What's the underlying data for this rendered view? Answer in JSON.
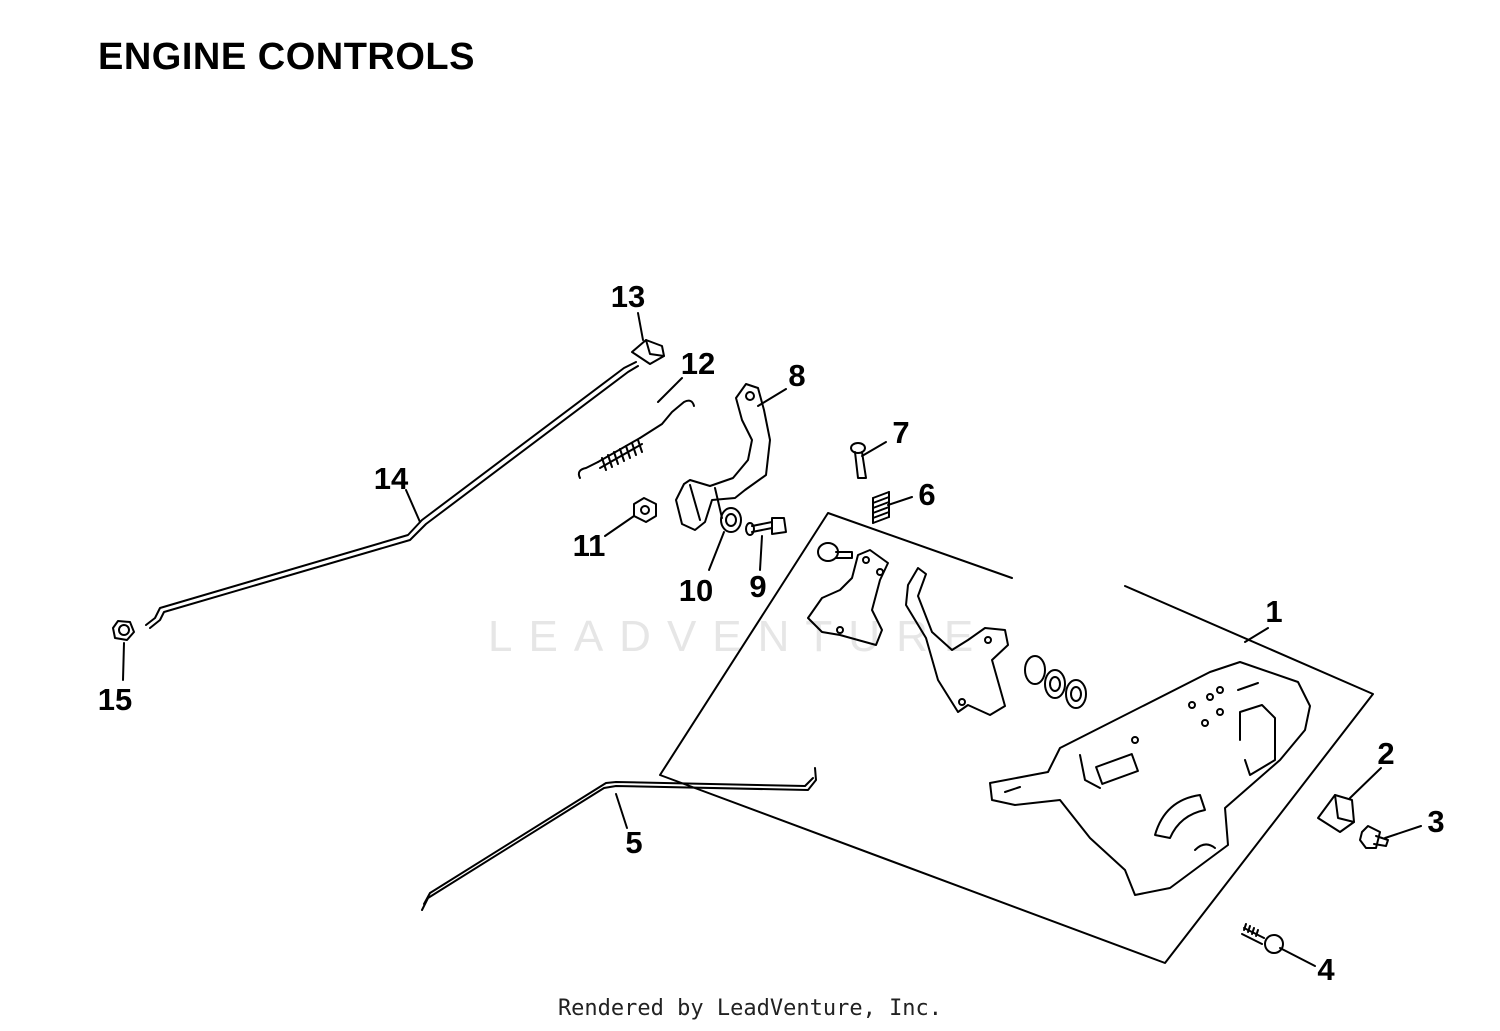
{
  "title": "ENGINE CONTROLS",
  "watermark": "LEADVENTURE",
  "footer": "Rendered by LeadVenture, Inc.",
  "callouts": [
    {
      "id": "c1",
      "label": "1",
      "part": "control-bracket"
    },
    {
      "id": "c2",
      "label": "2",
      "part": "cable-clamp"
    },
    {
      "id": "c3",
      "label": "3",
      "part": "screw"
    },
    {
      "id": "c4",
      "label": "4",
      "part": "bolt"
    },
    {
      "id": "c5",
      "label": "5",
      "part": "link-rod"
    },
    {
      "id": "c6",
      "label": "6",
      "part": "spring"
    },
    {
      "id": "c7",
      "label": "7",
      "part": "screw"
    },
    {
      "id": "c8",
      "label": "8",
      "part": "governor-lever"
    },
    {
      "id": "c9",
      "label": "9",
      "part": "bolt"
    },
    {
      "id": "c10",
      "label": "10",
      "part": "washer"
    },
    {
      "id": "c11",
      "label": "11",
      "part": "nut"
    },
    {
      "id": "c12",
      "label": "12",
      "part": "governor-spring"
    },
    {
      "id": "c13",
      "label": "13",
      "part": "rod-clip"
    },
    {
      "id": "c14",
      "label": "14",
      "part": "throttle-link-rod"
    },
    {
      "id": "c15",
      "label": "15",
      "part": "bushing"
    }
  ]
}
